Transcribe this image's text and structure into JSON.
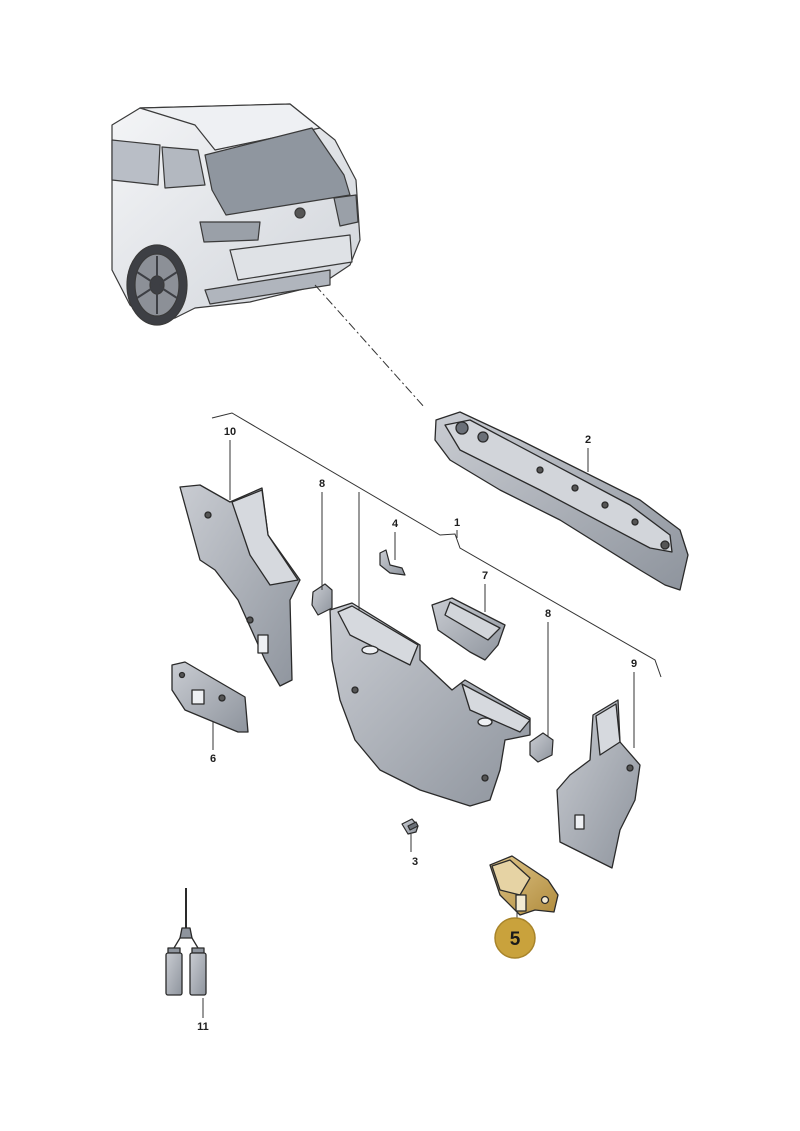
{
  "diagram": {
    "callouts": [
      "1",
      "2",
      "3",
      "4",
      "6",
      "7",
      "8",
      "8",
      "9",
      "10",
      "11"
    ],
    "highlighted_callout": "5",
    "colors": {
      "part_fill": "#aeb3bb",
      "part_fill_light": "#c9ccd2",
      "part_stroke": "#2a2a2a",
      "highlight_fill": "#c9a23c",
      "highlight_part_fill": "#c7a75c",
      "line": "#333333"
    }
  }
}
